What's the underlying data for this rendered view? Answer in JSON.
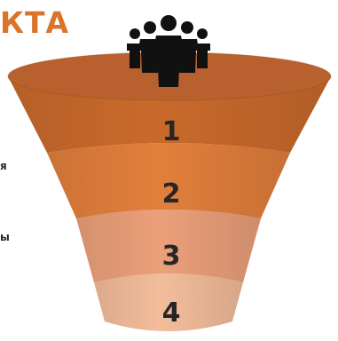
{
  "title": "КТА",
  "side_text": [
    "я",
    "ы"
  ],
  "icon": "people-group-icon",
  "colors": {
    "title": "#d9742a",
    "rim": "#b8612e",
    "stage_1": "#c96a2c",
    "stage_2": "#e27f3c",
    "stage_3": "#eba07a",
    "stage_4": "#f3bd9b",
    "icon": "#111111"
  },
  "stages": [
    {
      "label": "1"
    },
    {
      "label": "2"
    },
    {
      "label": "3"
    },
    {
      "label": "4"
    }
  ]
}
